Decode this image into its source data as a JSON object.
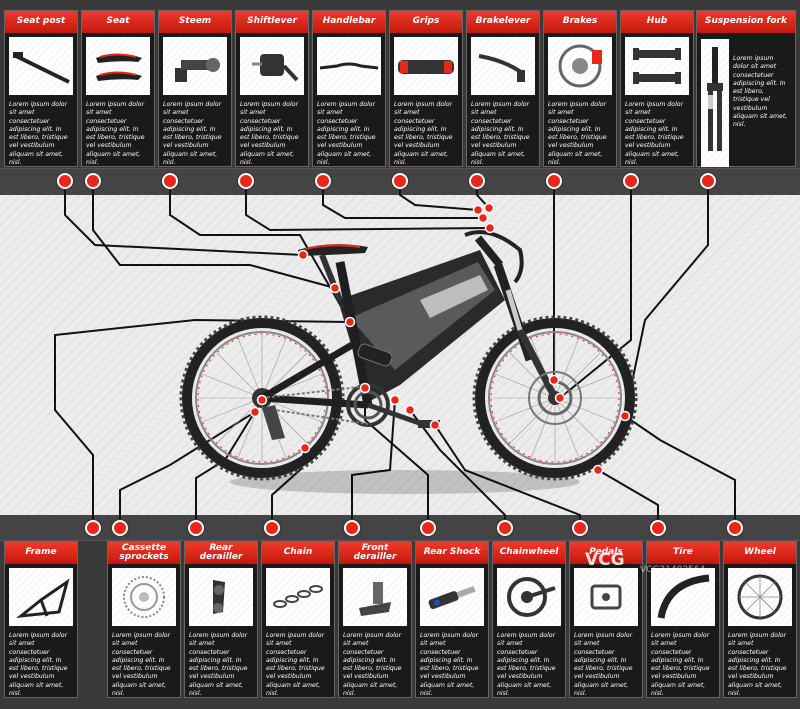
{
  "top_cards": [
    {
      "title": "Seat post",
      "icon": "seat-post-icon",
      "body": "Lorem ipsum dolor sit amet consectetuer adipiscing elit. In est libero, tristique vel vestibulum aliquam sit amet, nisl."
    },
    {
      "title": "Seat",
      "icon": "seat-icon",
      "body": "Lorem ipsum dolor sit amet consectetuer adipiscing elit. In est libero, tristique vel vestibulum aliquam sit amet, nisl."
    },
    {
      "title": "Steem",
      "icon": "stem-icon",
      "body": "Lorem ipsum dolor sit amet consectetuer adipiscing elit. In est libero, tristique vel vestibulum aliquam sit amet, nisl."
    },
    {
      "title": "Shiftlever",
      "icon": "shiftlever-icon",
      "body": "Lorem ipsum dolor sit amet consectetuer adipiscing elit. In est libero, tristique vel vestibulum aliquam sit amet, nisl."
    },
    {
      "title": "Handlebar",
      "icon": "handlebar-icon",
      "body": "Lorem ipsum dolor sit amet consectetuer adipiscing elit. In est libero, tristique vel vestibulum aliquam sit amet, nisl."
    },
    {
      "title": "Grips",
      "icon": "grips-icon",
      "body": "Lorem ipsum dolor sit amet consectetuer adipiscing elit. In est libero, tristique vel vestibulum aliquam sit amet, nisl."
    },
    {
      "title": "Brakelever",
      "icon": "brakelever-icon",
      "body": "Lorem ipsum dolor sit amet consectetuer adipiscing elit. In est libero, tristique vel vestibulum aliquam sit amet, nisl."
    },
    {
      "title": "Brakes",
      "icon": "brake-disc-icon",
      "body": "Lorem ipsum dolor sit amet consectetuer adipiscing elit. In est libero, tristique vel vestibulum aliquam sit amet, nisl."
    },
    {
      "title": "Hub",
      "icon": "hub-icon",
      "body": "Lorem ipsum dolor sit amet consectetuer adipiscing elit. In est libero, tristique vel vestibulum aliquam sit amet, nisl."
    }
  ],
  "fork_card": {
    "title": "Suspension fork",
    "icon": "suspension-fork-icon",
    "body": "Lorem ipsum dolor sit amet consectetuer adipiscing elit. In est libero, tristique vel vestibulum aliquam sit amet, nisl."
  },
  "bottom_cards": [
    {
      "title": "Frame",
      "icon": "frame-icon",
      "body": "Lorem ipsum dolor sit amet consectetuer adipiscing elit. In est libero, tristique vel vestibulum aliquam sit amet, nisl."
    },
    {
      "title": "Cassette sprockets",
      "icon": "cassette-icon",
      "body": "Lorem ipsum dolor sit amet consectetuer adipiscing elit. In est libero, tristique vel vestibulum aliquam sit amet, nisl."
    },
    {
      "title": "Rear derailler",
      "icon": "rear-derailleur-icon",
      "body": "Lorem ipsum dolor sit amet consectetuer adipiscing elit. In est libero, tristique vel vestibulum aliquam sit amet, nisl."
    },
    {
      "title": "Chain",
      "icon": "chain-icon",
      "body": "Lorem ipsum dolor sit amet consectetuer adipiscing elit. In est libero, tristique vel vestibulum aliquam sit amet, nisl."
    },
    {
      "title": "Front derailler",
      "icon": "front-derailleur-icon",
      "body": "Lorem ipsum dolor sit amet consectetuer adipiscing elit. In est libero, tristique vel vestibulum aliquam sit amet, nisl."
    },
    {
      "title": "Rear Shock",
      "icon": "rear-shock-icon",
      "body": "Lorem ipsum dolor sit amet consectetuer adipiscing elit. In est libero, tristique vel vestibulum aliquam sit amet, nisl."
    },
    {
      "title": "Chainwheel",
      "icon": "chainwheel-icon",
      "body": "Lorem ipsum dolor sit amet consectetuer adipiscing elit. In est libero, tristique vel vestibulum aliquam sit amet, nisl."
    },
    {
      "title": "Pedals",
      "icon": "pedal-icon",
      "body": "Lorem ipsum dolor sit amet consectetuer adipiscing elit. In est libero, tristique vel vestibulum aliquam sit amet, nisl."
    },
    {
      "title": "Tire",
      "icon": "tire-icon",
      "body": "Lorem ipsum dolor sit amet consectetuer adipiscing elit. In est libero, tristique vel vestibulum aliquam sit amet, nisl."
    },
    {
      "title": "Wheel",
      "icon": "wheel-icon",
      "body": "Lorem ipsum dolor sit amet consectetuer adipiscing elit. In est libero, tristique vel vestibulum aliquam sit amet, nisl."
    }
  ],
  "watermark": {
    "logo": "VCG",
    "sub": "VCG21402564"
  },
  "colors": {
    "accent": "#e8271a",
    "card_bg": "#1a1a1a",
    "band_bg": "#3a3a3a",
    "diagram_bg": "#ececec"
  }
}
